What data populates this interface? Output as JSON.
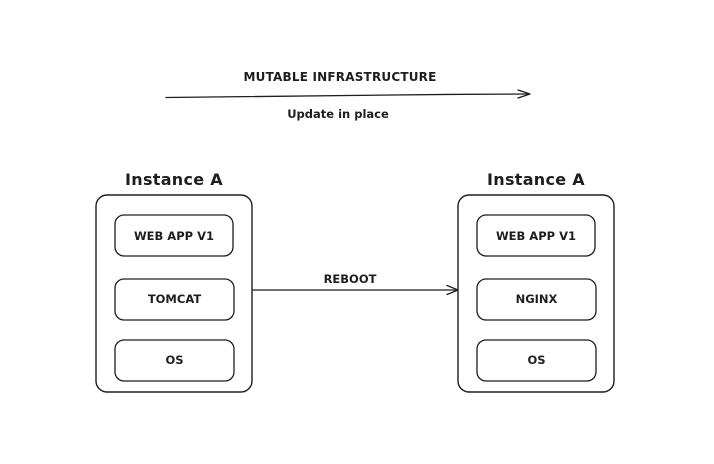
{
  "top": {
    "heading": "MUTABLE INFRASTRUCTURE",
    "subheading": "Update in place"
  },
  "left_instance": {
    "title": "Instance A",
    "layers": [
      "WEB APP V1",
      "TOMCAT",
      "OS"
    ]
  },
  "edge": {
    "label": "REBOOT"
  },
  "right_instance": {
    "title": "Instance A",
    "layers": [
      "WEB APP V1",
      "NGINX",
      "OS"
    ]
  },
  "colors": {
    "stroke": "#1e1e1e",
    "background": "#ffffff"
  }
}
